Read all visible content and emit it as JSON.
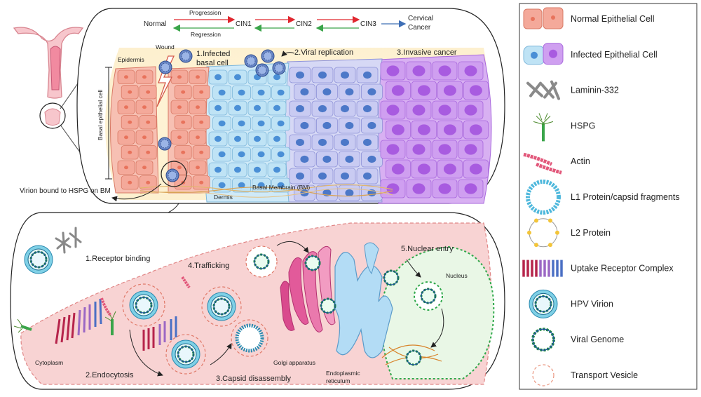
{
  "progression": {
    "normal": "Normal",
    "progression_label": "Progression",
    "regression_label": "Regression",
    "cin1": "CIN1",
    "cin2": "CIN2",
    "cin3": "CIN3",
    "cervical_cancer_line1": "Cervical",
    "cervical_cancer_line2": "Cancer"
  },
  "top_panel": {
    "wound": "Wound",
    "epidermis": "Epidermis",
    "basal_epithelial_cell": "Basal epithelial cell",
    "step1_line1": "1.Infected",
    "step1_line2": "basal cell",
    "step2": "2.Viral replication",
    "step3": "3.Invasive cancer",
    "basal_membrain": "Basal Membrain (BM)",
    "dermis": "Dermis",
    "virion_bound": "Virion bound to HSPG on BM"
  },
  "bottom_panel": {
    "receptor_binding": "1.Receptor binding",
    "endocytosis": "2.Endocytosis",
    "capsid_disassembly": "3.Capsid disassembly",
    "trafficking": "4.Trafficking",
    "nuclear_entry": "5.Nuclear entry",
    "nucleus": "Nucleus",
    "cytoplasm": "Cytoplasm",
    "golgi": "Golgi apparatus",
    "er_line1": "Endoplasmic",
    "er_line2": "reticulum"
  },
  "legend": {
    "items": [
      {
        "label": "Normal Epithelial Cell",
        "icon": "normal-epithelial-cell-icon"
      },
      {
        "label": "Infected Epithelial Cell",
        "icon": "infected-epithelial-cell-icon"
      },
      {
        "label": "Laminin-332",
        "icon": "laminin-icon"
      },
      {
        "label": "HSPG",
        "icon": "hspg-icon"
      },
      {
        "label": "Actin",
        "icon": "actin-icon"
      },
      {
        "label": "L1 Protein/capsid fragments",
        "icon": "l1-protein-icon"
      },
      {
        "label": "L2 Protein",
        "icon": "l2-protein-icon"
      },
      {
        "label": "Uptake Receptor Complex",
        "icon": "receptor-complex-icon"
      },
      {
        "label": "HPV Virion",
        "icon": "hpv-virion-icon"
      },
      {
        "label": "Viral Genome",
        "icon": "viral-genome-icon"
      },
      {
        "label": "Transport Vesicle",
        "icon": "transport-vesicle-icon"
      }
    ]
  },
  "colors": {
    "normal_cell": "#f4a99a",
    "normal_nucleus": "#e8735c",
    "infected_cell": "#bfe3f5",
    "infected_nucleus": "#4a8fd6",
    "replication_cell": "#c9cbf2",
    "replication_nucleus": "#4c78c8",
    "cancer_cell": "#cf9ff0",
    "cancer_nucleus": "#a85be0",
    "tissue_bg": "#fdf3d8",
    "cytoplasm": "#f8d0d0",
    "red_arrow": "#e0272f",
    "green_arrow": "#3aa54a",
    "blue_arrow": "#3f6fb5"
  }
}
